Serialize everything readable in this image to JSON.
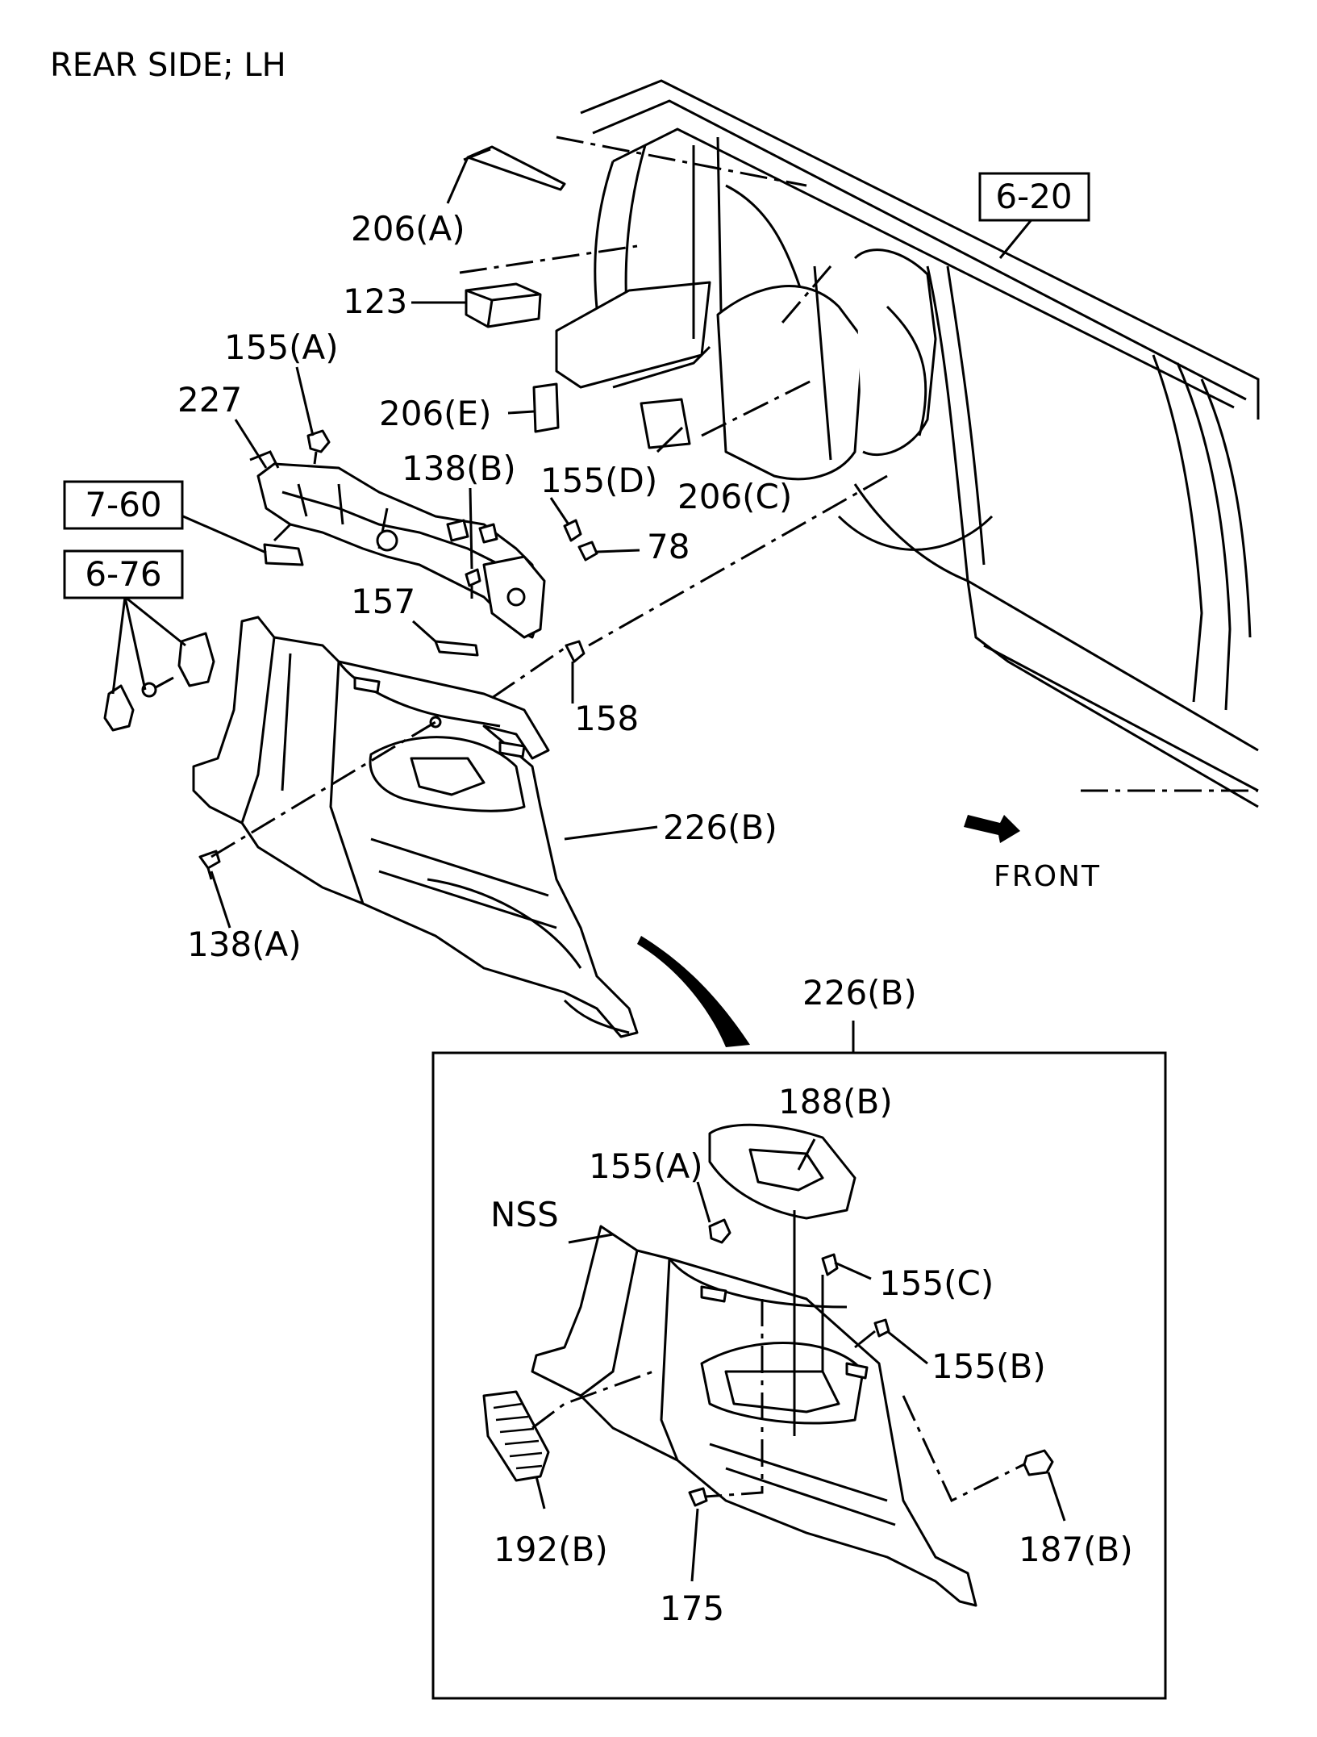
{
  "title": "REAR SIDE; LH",
  "direction": "FRONT",
  "references": {
    "ref_6_20": "6-20",
    "ref_7_60": "7-60",
    "ref_6_76": "6-76"
  },
  "callouts": {
    "c206A": "206(A)",
    "c123": "123",
    "c155A": "155(A)",
    "c227": "227",
    "c206E": "206(E)",
    "c138B": "138(B)",
    "c155D": "155(D)",
    "c206C": "206(C)",
    "c78": "78",
    "c157": "157",
    "c158": "158",
    "c226B": "226(B)",
    "c138A": "138(A)"
  },
  "detail": {
    "header": "226(B)",
    "c188B": "188(B)",
    "c155A": "155(A)",
    "nss": "NSS",
    "c155C": "155(C)",
    "c155B": "155(B)",
    "c192B": "192(B)",
    "c187B": "187(B)",
    "c175": "175"
  }
}
